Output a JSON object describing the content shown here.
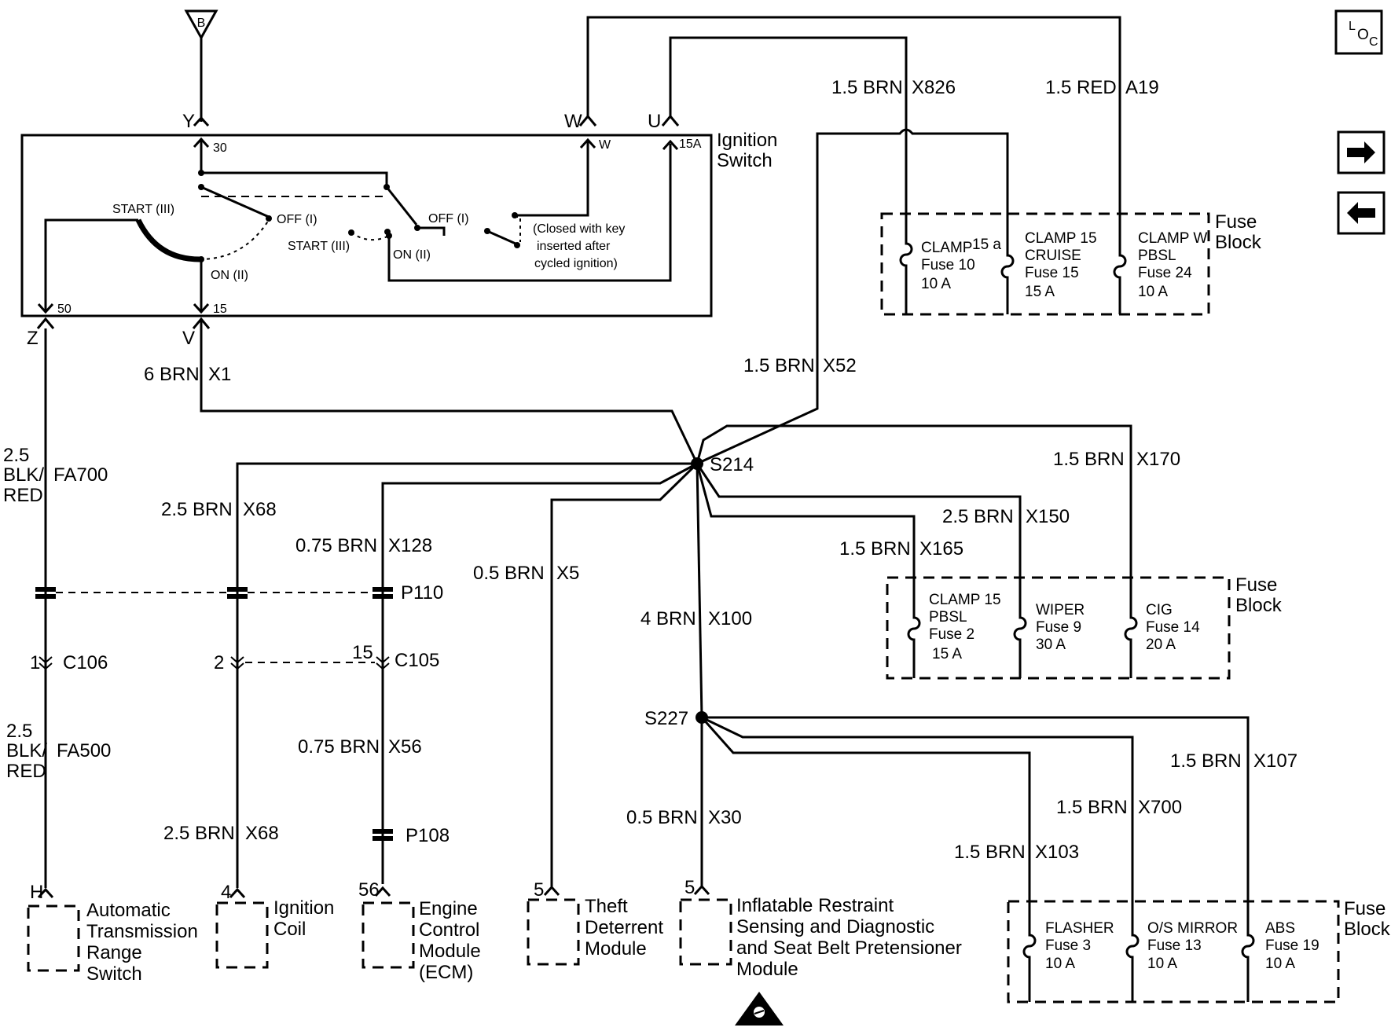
{
  "power_source": "B",
  "ignition_switch": {
    "title_1": "Ignition",
    "title_2": "Switch",
    "term_30": "30",
    "term_w": "W",
    "term_15a": "15A",
    "term_50": "50",
    "term_15": "15",
    "start_left": "START (III)",
    "off_1a": "OFF (I)",
    "on_left": "ON (II)",
    "off_1b": "OFF (I)",
    "start_right": "START (III)",
    "on_right": "ON (II)",
    "note_1": "(Closed with key",
    "note_2": "inserted after",
    "note_3": "cycled ignition)"
  },
  "terminals": {
    "y": "Y",
    "w": "W",
    "u": "U",
    "z": "Z",
    "v": "V"
  },
  "wires": {
    "x826_g": "1.5 BRN",
    "x826_c": "X826",
    "a19_g": "1.5 RED",
    "a19_c": "A19",
    "x52_g": "1.5 BRN",
    "x52_c": "X52",
    "x1_g": "6 BRN",
    "x1_c": "X1",
    "fa700_g1": "2.5",
    "fa700_g2": "BLK/",
    "fa700_g3": "RED",
    "fa700_c": "FA700",
    "x68a_g": "2.5 BRN",
    "x68a_c": "X68",
    "x128_g": "0.75 BRN",
    "x128_c": "X128",
    "x5_g": "0.5 BRN",
    "x5_c": "X5",
    "x100_g": "4 BRN",
    "x100_c": "X100",
    "x170_g": "1.5 BRN",
    "x170_c": "X170",
    "x150_g": "2.5 BRN",
    "x150_c": "X150",
    "x165_g": "1.5 BRN",
    "x165_c": "X165",
    "fa500_g1": "2.5",
    "fa500_g2": "BLK/",
    "fa500_g3": "RED",
    "fa500_c": "FA500",
    "x56_g": "0.75 BRN",
    "x56_c": "X56",
    "x68b_g": "2.5 BRN",
    "x68b_c": "X68",
    "x30_g": "0.5 BRN",
    "x30_c": "X30",
    "x107_g": "1.5 BRN",
    "x107_c": "X107",
    "x700_g": "1.5 BRN",
    "x700_c": "X700",
    "x103_g": "1.5 BRN",
    "x103_c": "X103"
  },
  "splices": {
    "s214": "S214",
    "s227": "S227"
  },
  "connectors": {
    "p110": "P110",
    "p108": "P108",
    "c106": "C106",
    "c106_pin": "1",
    "c105": "C105",
    "c105_pin_left": "2",
    "c105_pin_right": "15"
  },
  "fuse_blocks": [
    {
      "title_1": "Fuse",
      "title_2": "Block",
      "fuses": [
        {
          "lines": [
            "CLAMP",
            "Fuse 10",
            "10 A"
          ],
          "extra": "15 a"
        },
        {
          "lines": [
            "CLAMP 15",
            "CRUISE",
            "Fuse 15",
            "15 A"
          ]
        },
        {
          "lines": [
            "CLAMP W",
            "PBSL",
            "Fuse 24",
            "10 A"
          ]
        }
      ]
    },
    {
      "title_1": "Fuse",
      "title_2": "Block",
      "fuses": [
        {
          "lines": [
            "CLAMP 15",
            "PBSL",
            "Fuse 2",
            "15 A"
          ]
        },
        {
          "lines": [
            "WIPER",
            "Fuse 9",
            "30 A"
          ]
        },
        {
          "lines": [
            "CIG",
            "Fuse 14",
            "20 A"
          ]
        }
      ]
    },
    {
      "title_1": "Fuse",
      "title_2": "Block",
      "fuses": [
        {
          "lines": [
            "FLASHER",
            "Fuse 3",
            "10 A"
          ]
        },
        {
          "lines": [
            "O/S MIRROR",
            "Fuse 13",
            "10 A"
          ]
        },
        {
          "lines": [
            "ABS",
            "Fuse 19",
            "10 A"
          ]
        }
      ]
    }
  ],
  "components": {
    "atrs": {
      "pin": "H",
      "l1": "Automatic",
      "l2": "Transmission",
      "l3": "Range",
      "l4": "Switch"
    },
    "coil": {
      "pin": "4",
      "l1": "Ignition",
      "l2": "Coil"
    },
    "ecm": {
      "pin": "56",
      "l1": "Engine",
      "l2": "Control",
      "l3": "Module",
      "l4": "(ECM)"
    },
    "theft": {
      "pin": "5",
      "l1": "Theft",
      "l2": "Deterrent",
      "l3": "Module"
    },
    "airbag": {
      "pin": "5",
      "l1": "Inflatable Restraint",
      "l2": "Sensing and Diagnostic",
      "l3": "and Seat Belt Pretensioner",
      "l4": "Module"
    }
  },
  "loc_icon": {
    "l": "L",
    "o": "O",
    "c": "C"
  },
  "nav": {
    "next": "next-arrow-icon",
    "prev": "prev-arrow-icon"
  }
}
